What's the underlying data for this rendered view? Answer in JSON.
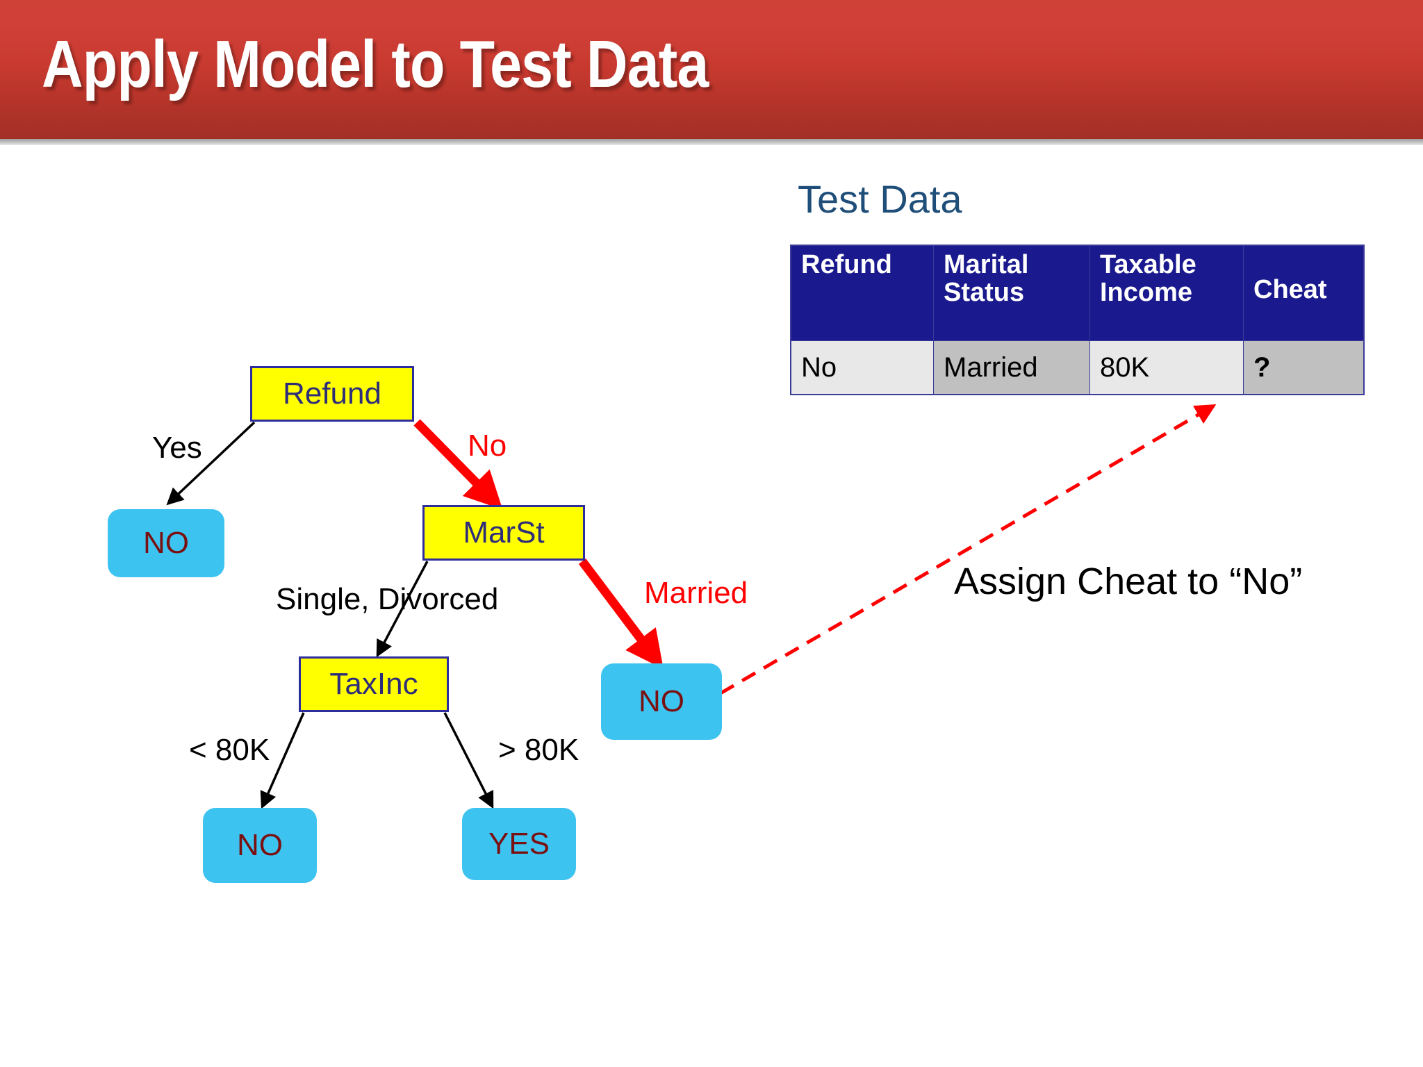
{
  "slide": {
    "title": "Apply Model to Test Data",
    "title_bar_color": "#c8392f",
    "footer_bar_color": "#c8392f"
  },
  "test_data": {
    "heading": "Test Data",
    "heading_color": "#1f4e79",
    "header_bg": "#1a1a8e",
    "columns": [
      "Refund",
      "Marital Status",
      "Taxable Income",
      "Cheat"
    ],
    "rows": [
      {
        "refund": "No",
        "marital_status": "Married",
        "taxable_income": "80K",
        "cheat": "?"
      }
    ],
    "highlight_color": "#ff0000"
  },
  "tree": {
    "nodes": [
      {
        "id": "refund",
        "label": "Refund",
        "type": "internal"
      },
      {
        "id": "marst",
        "label": "MarSt",
        "type": "internal"
      },
      {
        "id": "taxinc",
        "label": "TaxInc",
        "type": "internal"
      },
      {
        "id": "no_yes",
        "label": "NO",
        "type": "leaf"
      },
      {
        "id": "no_lt80",
        "label": "NO",
        "type": "leaf"
      },
      {
        "id": "yes_gt80",
        "label": "YES",
        "type": "leaf"
      },
      {
        "id": "no_married",
        "label": "NO",
        "type": "leaf"
      }
    ],
    "edge_labels": {
      "yes": "Yes",
      "no": "No",
      "single_divorced": "Single, Divorced",
      "married": "Married",
      "lt_80k": "< 80K",
      "gt_80k": "> 80K"
    },
    "internal_fill": "#ffff00",
    "internal_border": "#2d2d9e",
    "leaf_fill": "#3dc3f0",
    "active_path_color": "#ff0000"
  },
  "annotation": {
    "assign_text": "Assign Cheat to “No”",
    "arrow_color": "#ff0000",
    "arrow_style": "dashed"
  }
}
